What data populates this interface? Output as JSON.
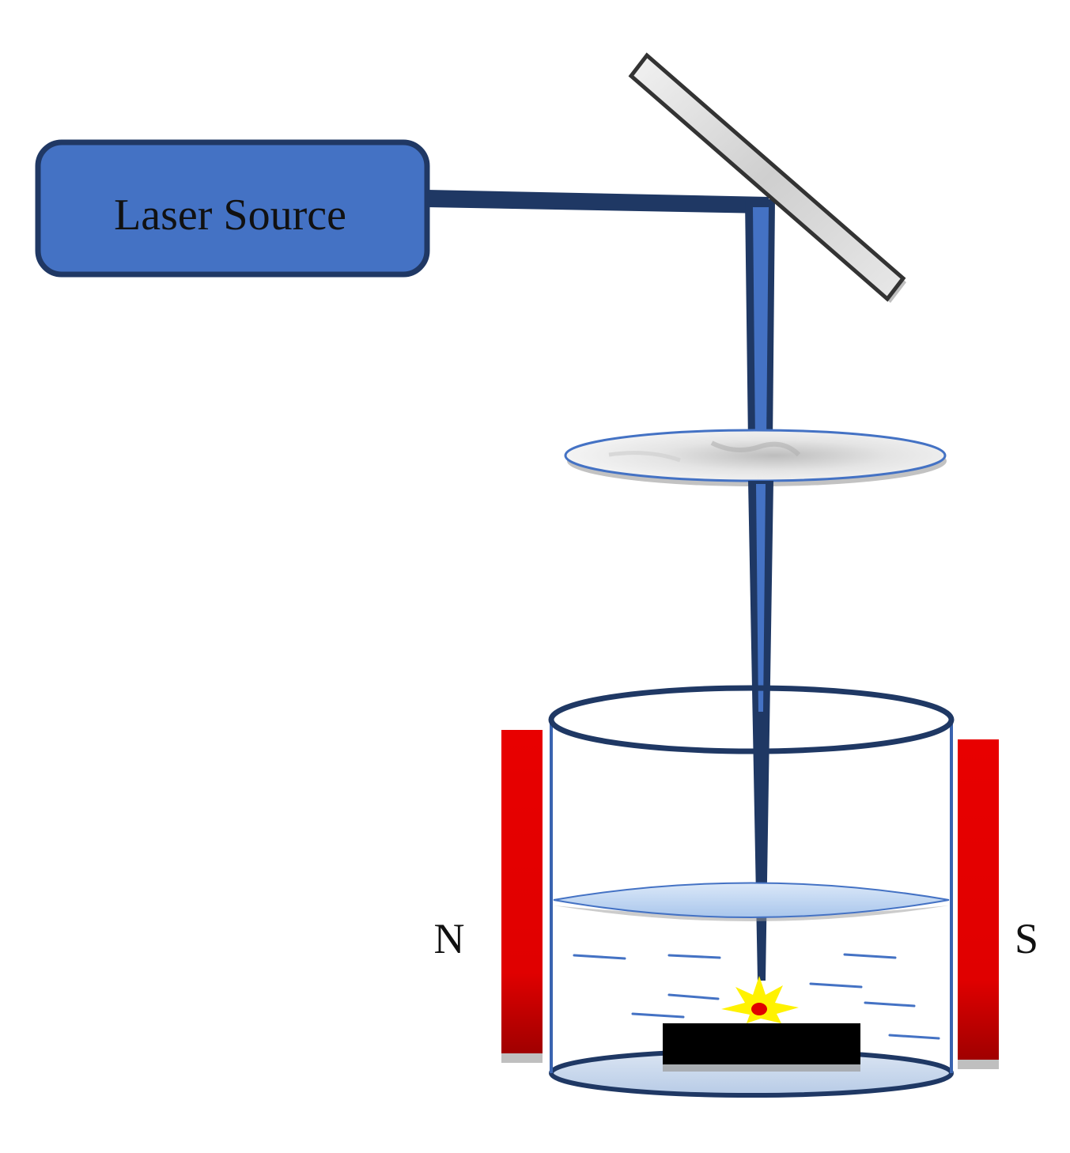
{
  "labels": {
    "laser_source": "Laser Source",
    "magnet_left": "N",
    "magnet_right": "S"
  },
  "colors": {
    "laser_box_fill": "#4472C4",
    "laser_box_stroke": "#203864",
    "beam_dark": "#1F3864",
    "beam_light": "#4472C4",
    "mirror_fill": "#d9d9d9",
    "lens_fill": "#e6e6e6",
    "vessel_stroke": "#1F3864",
    "vessel_side_stroke": "#3A64B0",
    "liquid_surface": "#BDD7EE",
    "magnet": "#E00000",
    "target": "#000000",
    "spark": "#FFF200",
    "spark_core": "#E00000"
  }
}
